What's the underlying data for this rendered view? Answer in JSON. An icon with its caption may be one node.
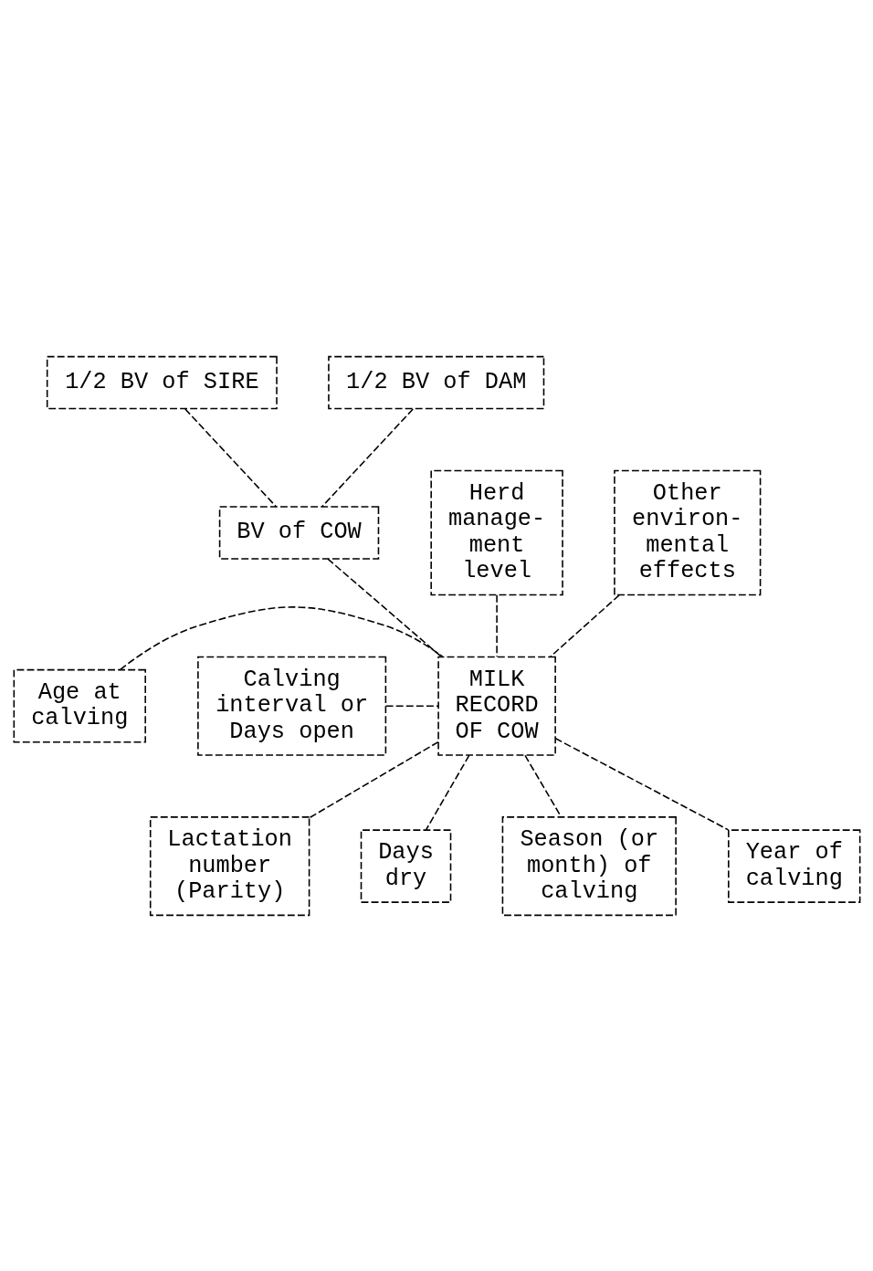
{
  "diagram": {
    "nodes": [
      {
        "text": [
          "1/2 BV of SIRE"
        ]
      },
      {
        "text": [
          "1/2 BV of DAM"
        ]
      },
      {
        "text": [
          "BV of COW"
        ]
      },
      {
        "text": [
          "Herd manage- ment level"
        ]
      },
      {
        "text": [
          "Other environ- mental effects"
        ]
      },
      {
        "text": [
          "Age at calving"
        ]
      },
      {
        "text": [
          "MILK RECORD OF COW"
        ]
      },
      {
        "text": [
          "Calving interval or Days open"
        ]
      },
      {
        "text": [
          "Lactation number (Parity)"
        ]
      },
      {
        "text": [
          "Days dry"
        ]
      },
      {
        "text": [
          "Season (or month) of calving"
        ]
      },
      {
        "text": [
          "Year of calving"
        ]
      }
    ],
    "edges": [
      {
        "from": 0,
        "to": 2,
        "arrow": "none"
      },
      {
        "from": 1,
        "to": 2,
        "arrow": "none"
      },
      {
        "from": 2,
        "to": 6,
        "arrow": "none"
      },
      {
        "from": 3,
        "to": 6,
        "arrow": "none"
      },
      {
        "from": 4,
        "to": 6,
        "arrow": "none"
      },
      {
        "from": 5,
        "to": 6,
        "arrow": "none"
      },
      {
        "from": 7,
        "to": 6,
        "arrow": "none"
      },
      {
        "from": 6,
        "to": 8,
        "arrow": "none"
      },
      {
        "from": 6,
        "to": 9,
        "arrow": "none"
      },
      {
        "from": 6,
        "to": 10,
        "arrow": "none"
      },
      {
        "from": 6,
        "to": 11,
        "arrow": "none"
      }
    ]
  }
}
